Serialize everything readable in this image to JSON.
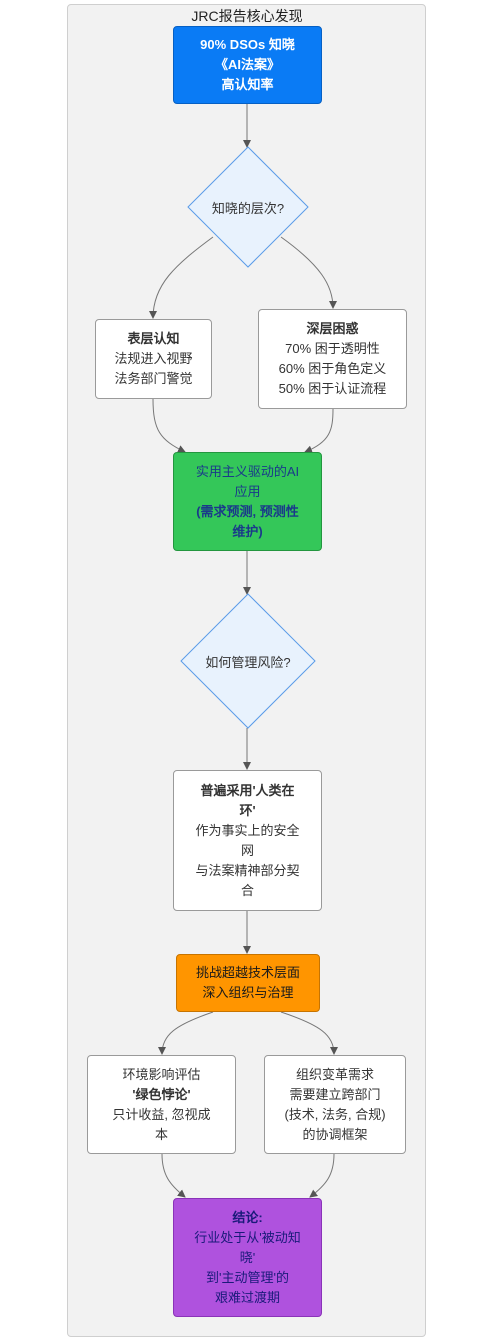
{
  "cluster": {
    "title": "JRC报告核心发现"
  },
  "nodes": {
    "awareness": {
      "lines": [
        "90% DSOs 知晓",
        "《AI法案》",
        "高认知率"
      ]
    },
    "decision_level": {
      "label": "知晓的层次?"
    },
    "surface": {
      "lines": [
        "表层认知",
        "法规进入视野",
        "法务部门警觉"
      ]
    },
    "deep": {
      "lines": [
        "深层困惑",
        "70% 困于透明性",
        "60% 困于角色定义",
        "50% 困于认证流程"
      ]
    },
    "pragmatic": {
      "lines": [
        "实用主义驱动的AI",
        "应用",
        "(需求预测, 预测性",
        "维护)"
      ]
    },
    "decision_risk": {
      "label": "如何管理风险?"
    },
    "human": {
      "lines": [
        "普遍采用'人类在",
        "环'",
        "作为事实上的安全",
        "网",
        "与法案精神部分契",
        "合"
      ]
    },
    "challenge": {
      "lines": [
        "挑战超越技术层面",
        "深入组织与治理"
      ]
    },
    "env": {
      "lines": [
        "环境影响评估",
        "'绿色悖论'",
        "只计收益, 忽视成",
        "本"
      ]
    },
    "org": {
      "lines": [
        "组织变革需求",
        "需要建立跨部门",
        "(技术, 法务, 合规)",
        "的协调框架"
      ]
    },
    "conclusion": {
      "lines": [
        "结论:",
        "行业处于从'被动知",
        "晓'",
        "到'主动管理'的",
        "艰难过渡期"
      ]
    }
  },
  "colors": {
    "blue": "#0a7bf5",
    "green": "#34c759",
    "orange": "#ff9500",
    "purple": "#af52de",
    "diamond_fill": "#e8f2fd",
    "diamond_stroke": "#5a9be8"
  }
}
